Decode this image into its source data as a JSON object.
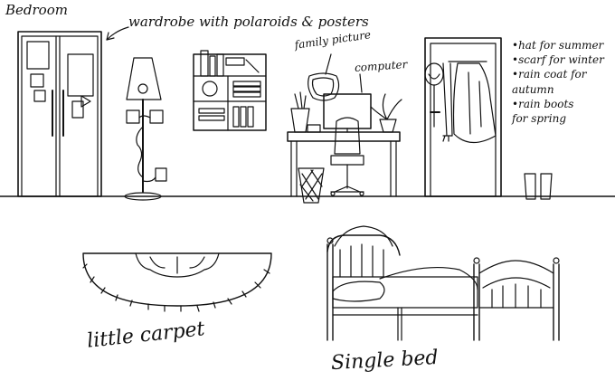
{
  "title": "Bedroom",
  "labels": {
    "wardrobe": "wardrobe with polaroids & posters",
    "family_picture": "family picture",
    "computer": "computer",
    "carpet": "little carpet",
    "bed": "Single bed"
  },
  "notes": [
    "•hat for summer",
    "•scarf for winter",
    "•rain coat for",
    "autumn",
    "•rain boots",
    "for spring"
  ]
}
